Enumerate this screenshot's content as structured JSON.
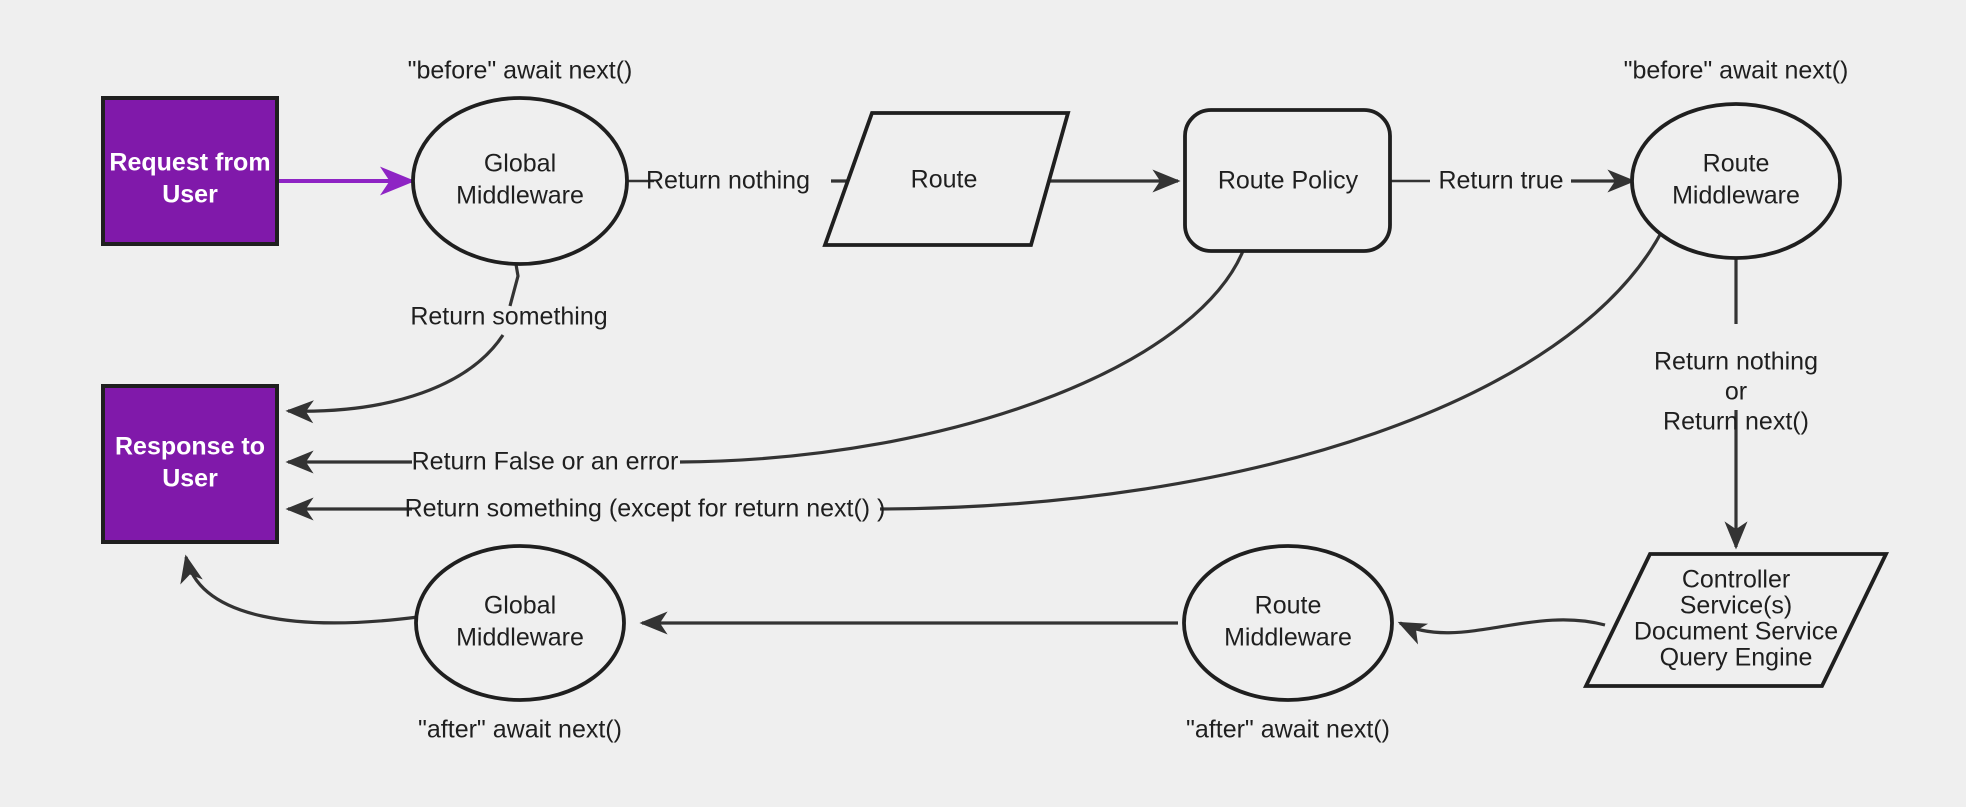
{
  "diagram": {
    "title": "Request / Response middleware pipeline",
    "background_color": "#efefef",
    "stroke_color": "#1f1f1f",
    "accent_color": "#8019aa",
    "accent_arrow_color": "#8e24c4"
  },
  "endpoints": {
    "request": {
      "line1": "Request from",
      "line2": "User",
      "fill": "#8019aa",
      "text_color": "#ffffff"
    },
    "response": {
      "line1": "Response to",
      "line2": "User",
      "fill": "#8019aa",
      "text_color": "#ffffff"
    }
  },
  "nodes": {
    "global_middleware_before": {
      "line1": "Global",
      "line2": "Middleware",
      "shape": "ellipse",
      "caption": "\"before\" await next()"
    },
    "route": {
      "line1": "Route",
      "shape": "parallelogram"
    },
    "route_policy": {
      "line1": "Route Policy",
      "shape": "rounded-rect"
    },
    "route_middleware_before": {
      "line1": "Route",
      "line2": "Middleware",
      "shape": "ellipse",
      "caption": "\"before\" await next()"
    },
    "handler": {
      "line1": "Controller",
      "line2": "Service(s)",
      "line3": "Document Service",
      "line4": "Query Engine",
      "shape": "parallelogram"
    },
    "route_middleware_after": {
      "line1": "Route",
      "line2": "Middleware",
      "shape": "ellipse",
      "caption": "\"after\" await next()"
    },
    "global_middleware_after": {
      "line1": "Global",
      "line2": "Middleware",
      "shape": "ellipse",
      "caption": "\"after\" await next()"
    }
  },
  "edge_labels": {
    "return_nothing": "Return nothing",
    "return_true": "Return true",
    "return_something": "Return something",
    "return_false_or_error": "Return False or an error",
    "return_something_except_next": "Return something (except for return next() )",
    "return_nothing_or_next_1": "Return nothing",
    "return_nothing_or_next_2": "or",
    "return_nothing_or_next_3": "Return next()"
  }
}
